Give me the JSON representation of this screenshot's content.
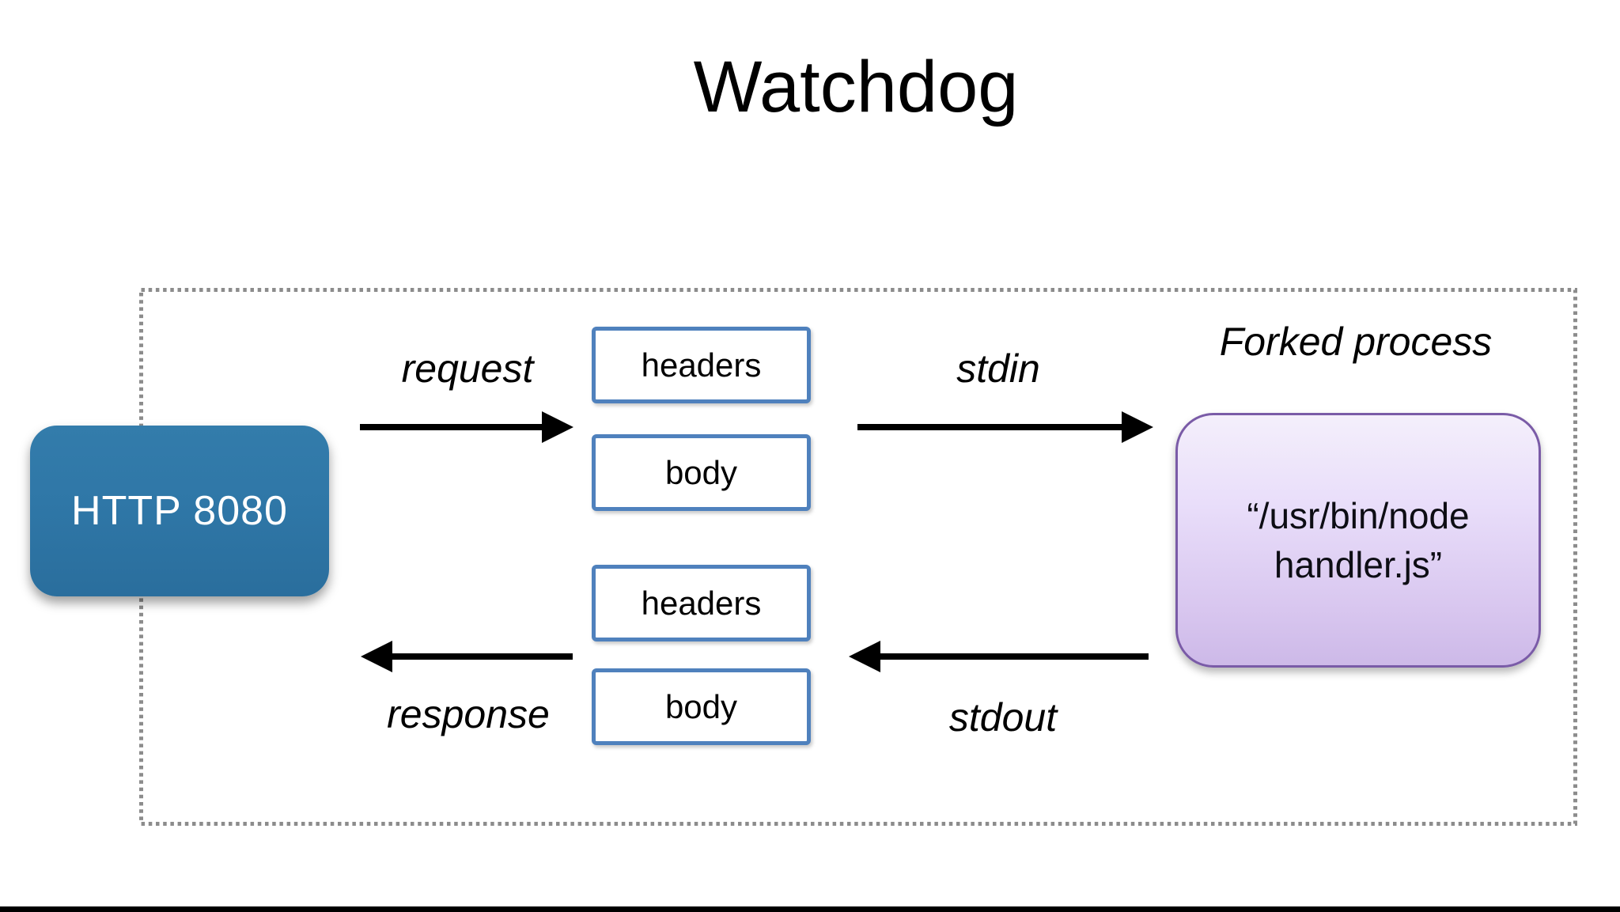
{
  "title": "Watchdog",
  "nodes": {
    "http_server": {
      "label": "HTTP 8080",
      "fill": "#2f77a7",
      "text_color": "#ffffff"
    },
    "forked_process": {
      "caption": "Forked process",
      "command_line1": "“/usr/bin/node",
      "command_line2": "handler.js”",
      "fill": "#ddcdf0",
      "border": "#7a5ba7"
    }
  },
  "flows": {
    "request": {
      "arrow_label": "request",
      "direction": "right",
      "headers_box": "headers",
      "body_box": "body"
    },
    "stdin": {
      "arrow_label": "stdin",
      "direction": "right"
    },
    "stdout": {
      "arrow_label": "stdout",
      "direction": "left"
    },
    "response": {
      "arrow_label": "response",
      "direction": "left",
      "headers_box": "headers",
      "body_box": "body"
    }
  },
  "colors": {
    "io_box_border": "#4f81bd",
    "boundary_dotted": "#8c8c8c",
    "arrow": "#000000",
    "bottom_rule": "#000000"
  }
}
